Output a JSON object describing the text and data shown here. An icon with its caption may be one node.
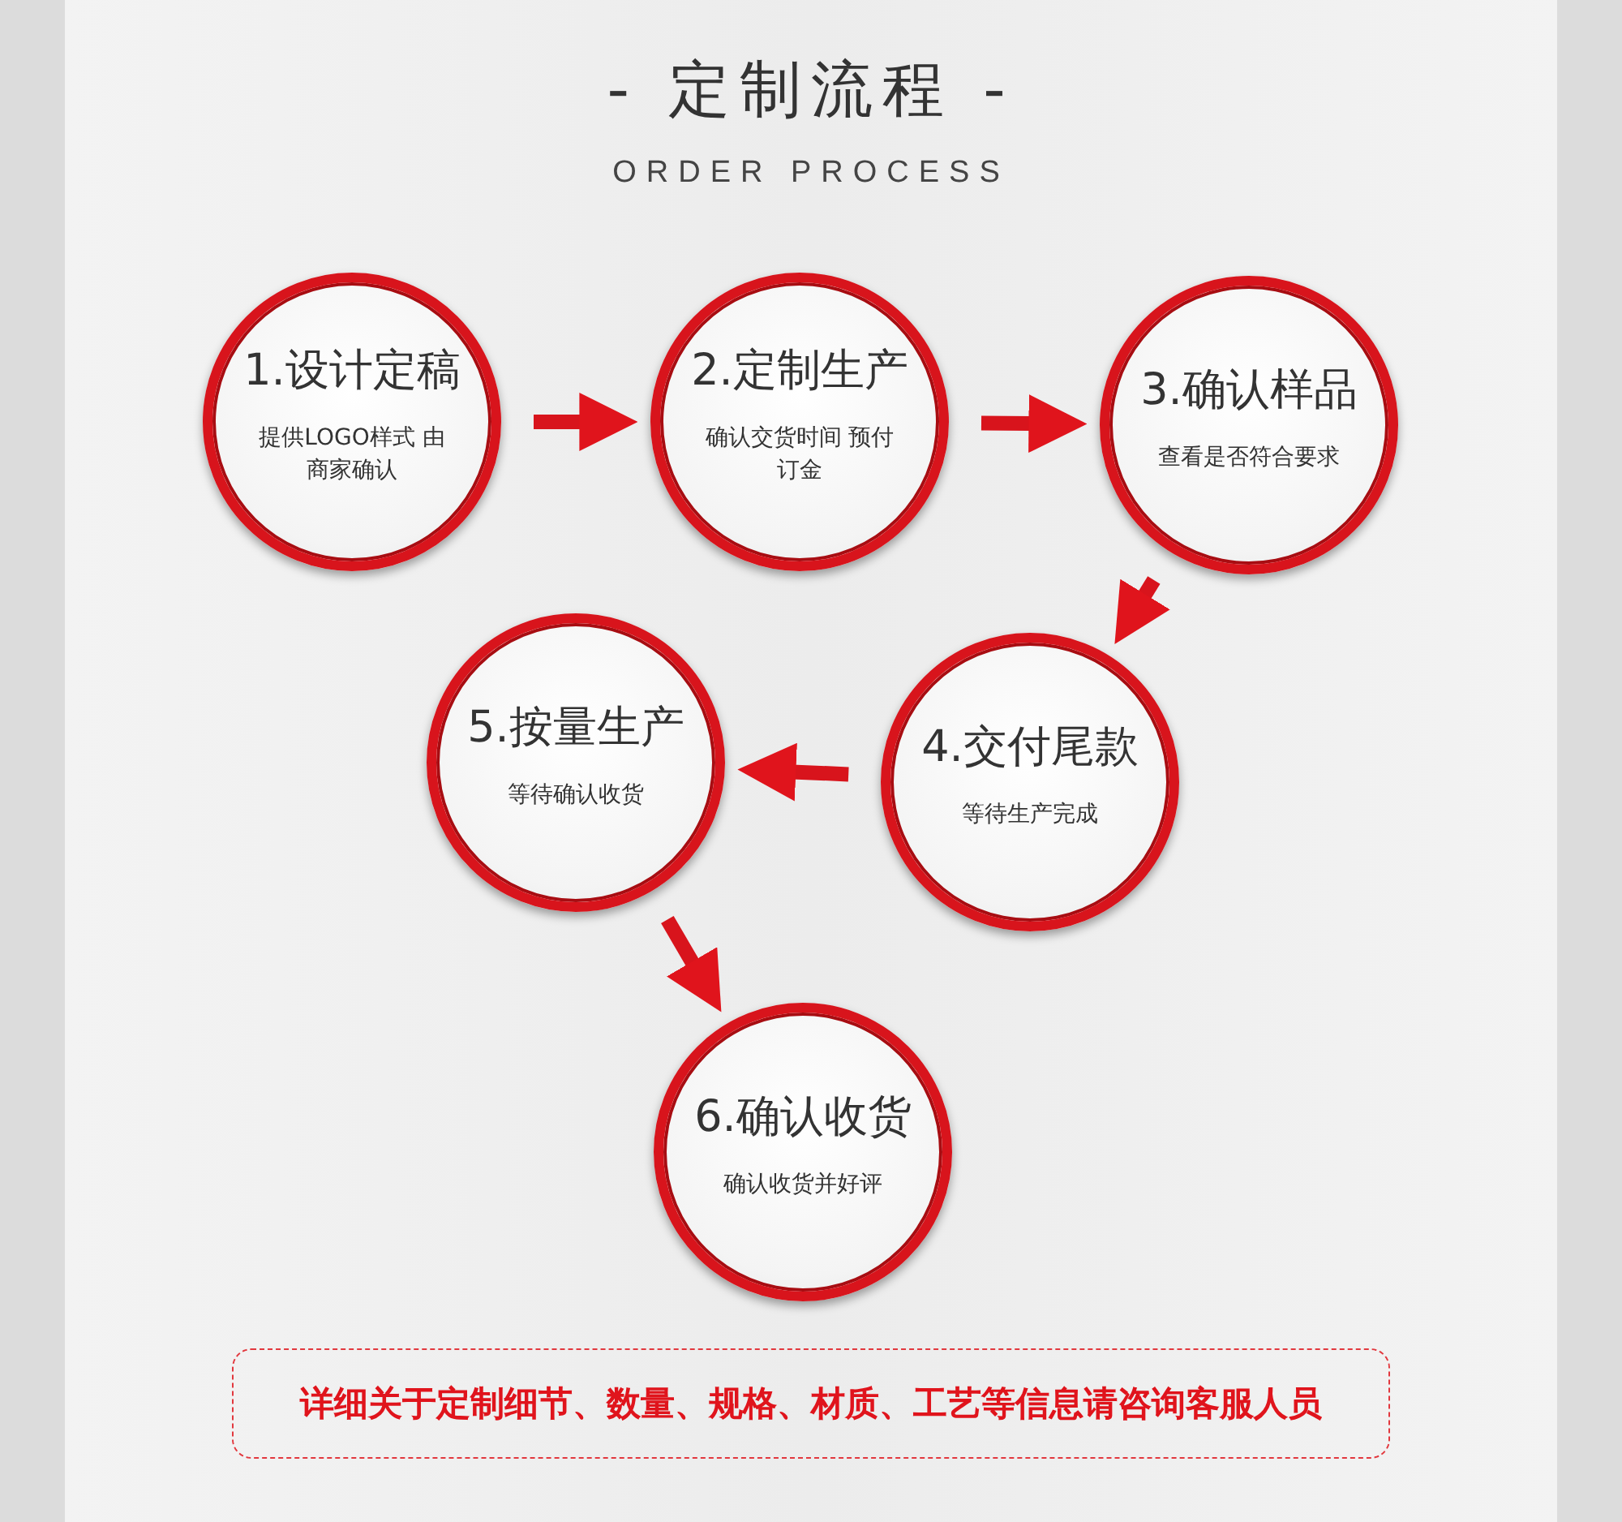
{
  "diagram": {
    "title": "- 定制流程 -",
    "nodes": [
      {
        "text": [
          "1.设计定稿",
          "提供LOGO样式 由商家确认"
        ]
      },
      {
        "text": [
          "2.定制生产",
          "确认交货时间 预付订金"
        ]
      },
      {
        "text": [
          "3.确认样品",
          "查看是否符合要求"
        ]
      },
      {
        "text": [
          "4.交付尾款",
          "等待生产完成"
        ]
      },
      {
        "text": [
          "5.按量生产",
          "等待确认收货"
        ]
      },
      {
        "text": [
          "6.确认收货",
          "确认收货并好评"
        ]
      }
    ],
    "edges": [
      {
        "from": 0,
        "to": 1,
        "arrow": "to"
      },
      {
        "from": 1,
        "to": 2,
        "arrow": "to"
      },
      {
        "from": 2,
        "to": 3,
        "arrow": "to"
      },
      {
        "from": 3,
        "to": 4,
        "arrow": "to"
      },
      {
        "from": 4,
        "to": 5,
        "arrow": "to"
      }
    ],
    "labels": [
      "ORDER PROCESS",
      "详细关于定制细节、数量、规格、材质、工艺等信息请咨询客服人员"
    ]
  }
}
